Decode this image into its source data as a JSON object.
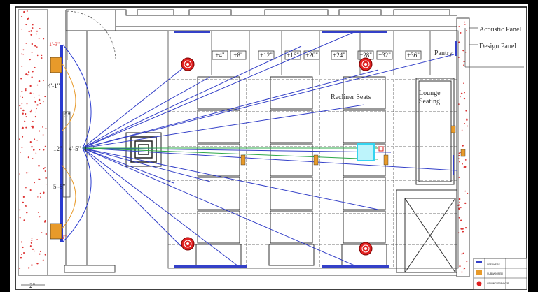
{
  "colors": {
    "wall_dot": "#d33",
    "sightline": "#3440c8",
    "guide": "#2ea84a",
    "speaker_red": "#e02020",
    "amp_orange": "#e89a2a",
    "screen_blue": "#2a3bd0",
    "cyan_box": "#34d4f0"
  },
  "labels": {
    "acoustic_panel": "Acoustic Panel",
    "design_panel": "Design Panel",
    "recliner_seats": "Recliner Seats",
    "lounge_seating_1": "Lounge",
    "lounge_seating_2": "Seating",
    "pantry": "Pantry"
  },
  "riser_labels": [
    "+4\"",
    "+8\"",
    "+12\"",
    "+16\"",
    "+20\"",
    "+24\"",
    "+28\"",
    "+32\"",
    "+36\""
  ],
  "dimensions": {
    "d1": "1'-3\"",
    "d2": "4'-1\"",
    "d3": "5\"",
    "d4": "12\"",
    "d5": "4'-5\"",
    "d6": "1'1\"",
    "d7": "5'-5\"",
    "d8": "2\"",
    "d9": "2\""
  },
  "legend": {
    "rows": [
      {
        "icon": "blue-bar",
        "text": "SPEAKERS"
      },
      {
        "icon": "orange-box",
        "text": "SUBWOOFER"
      },
      {
        "icon": "red-circle",
        "text": "CEILING SPEAKER"
      }
    ]
  }
}
